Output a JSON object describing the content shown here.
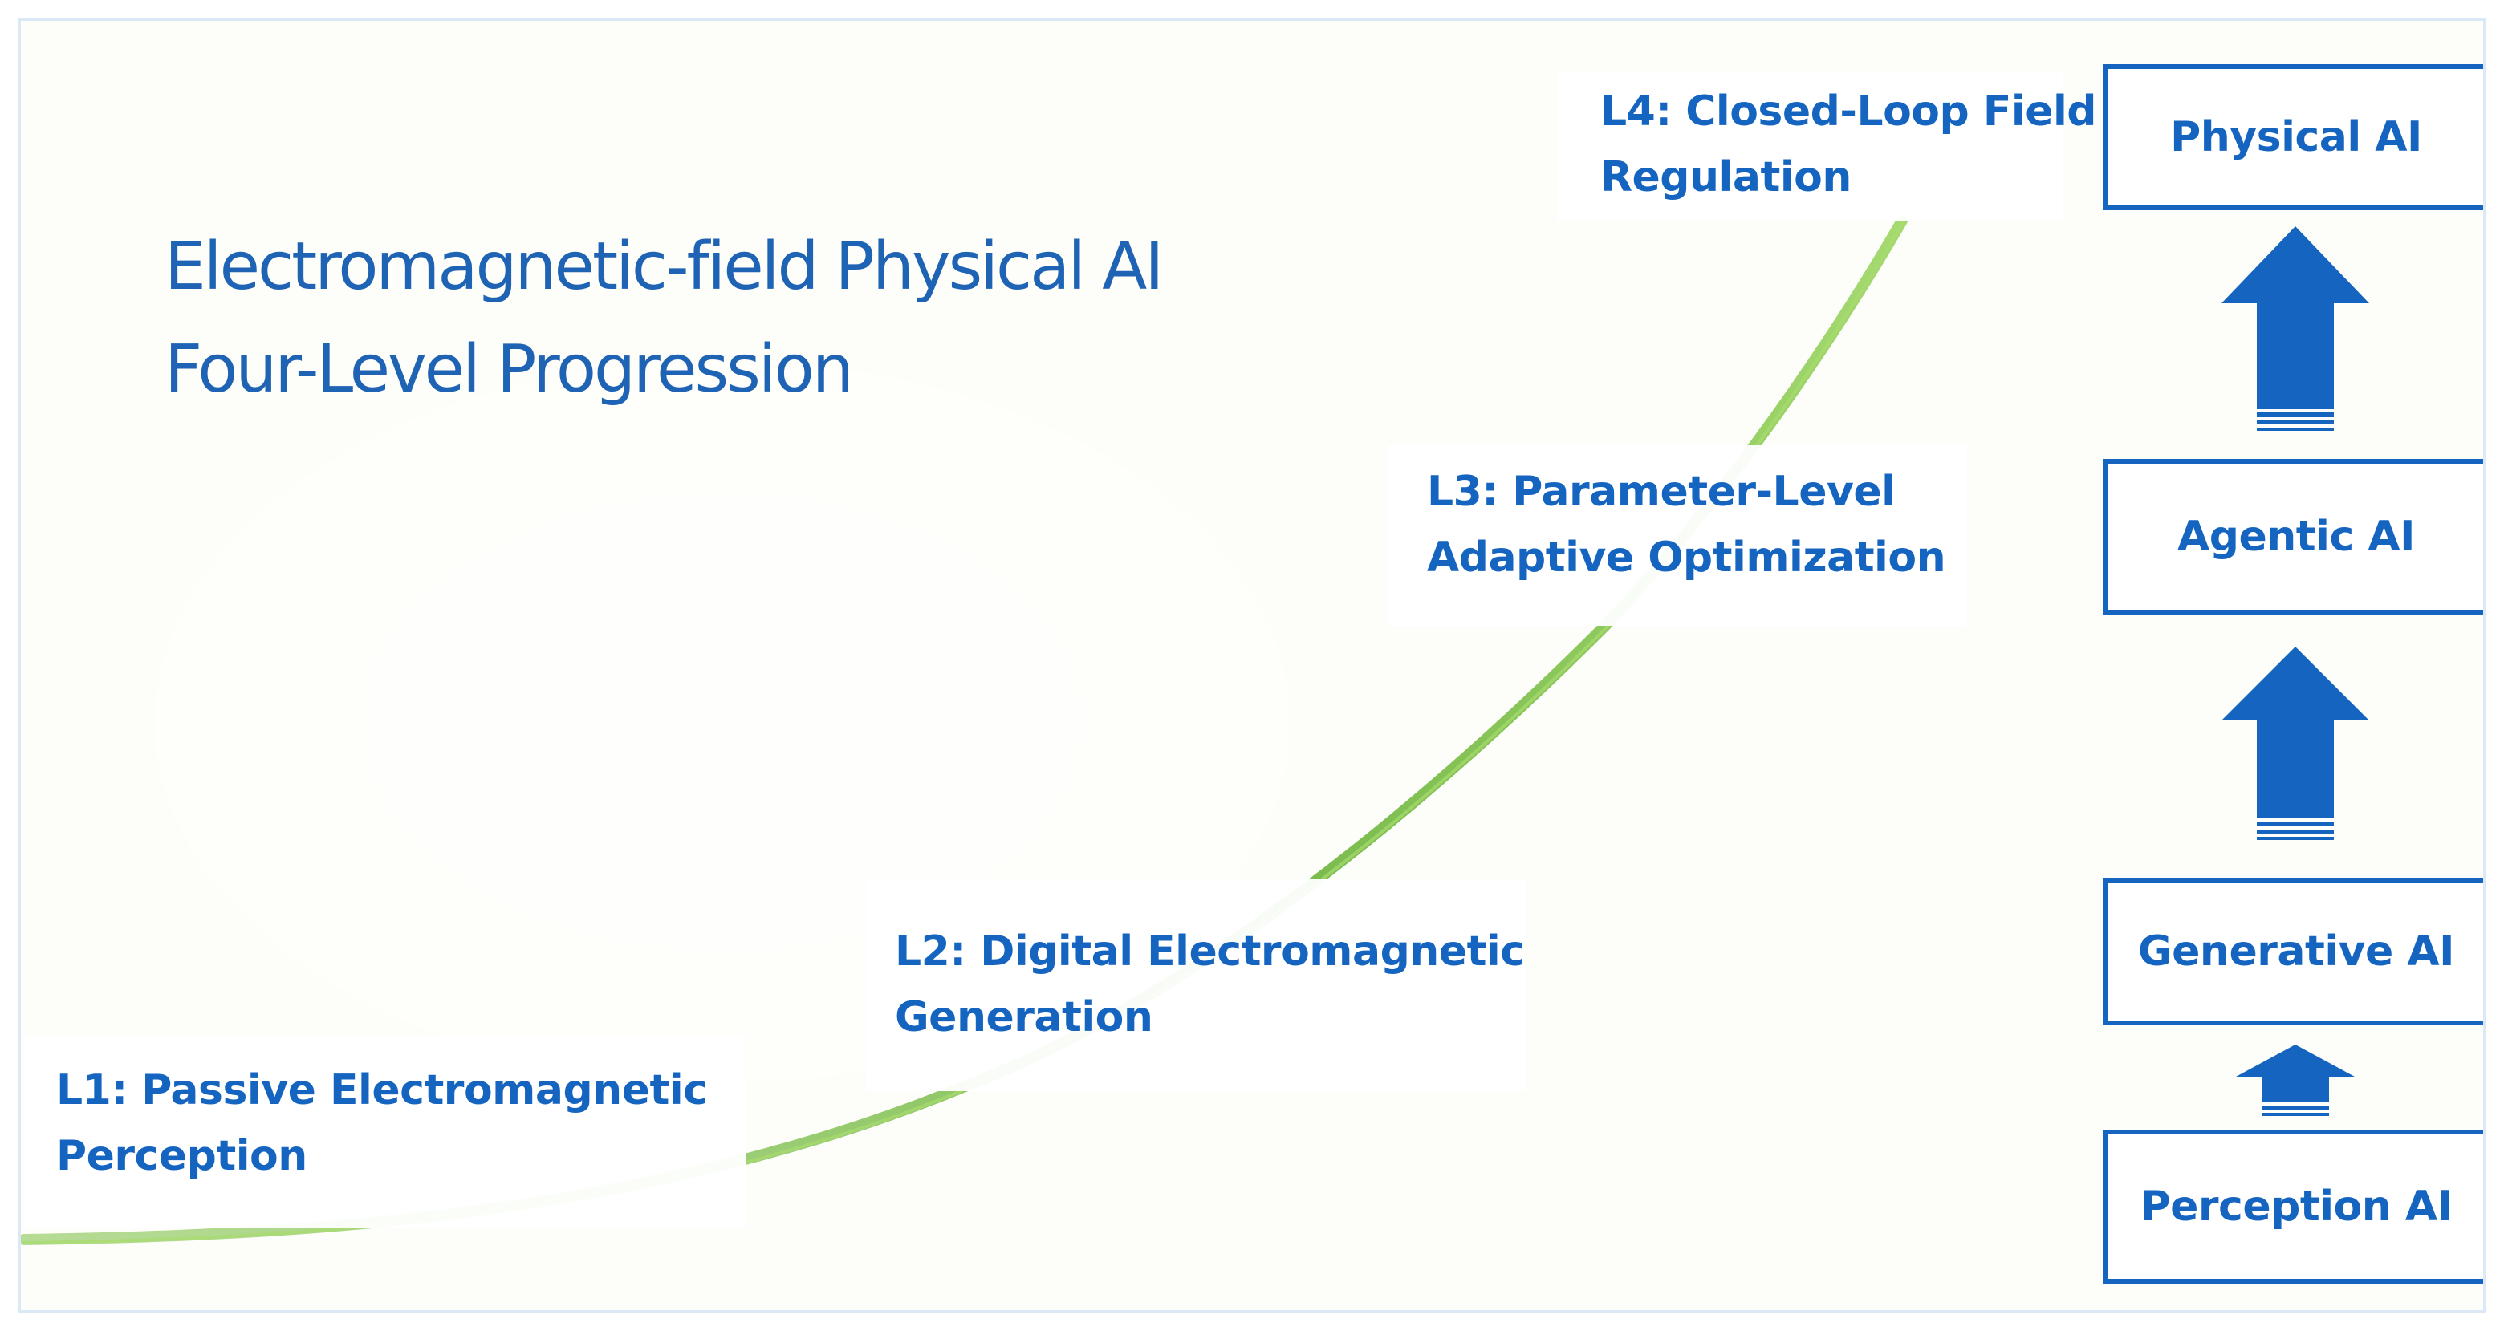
{
  "title": {
    "line1": "Electromagnetic-field Physical AI",
    "line2": "Four-Level Progression"
  },
  "levels": [
    {
      "line1": "L1: Passive Electromagnetic",
      "line2": "Perception"
    },
    {
      "line1": "L2: Digital Electromagnetic",
      "line2": "Generation"
    },
    {
      "line1": "L3: Parameter-Level",
      "line2": "Adaptive Optimization"
    },
    {
      "line1": "L4: Closed-Loop Field",
      "line2": "Regulation"
    }
  ],
  "stack": [
    {
      "label": "Physical AI"
    },
    {
      "label": "Agentic AI"
    },
    {
      "label": "Generative AI"
    },
    {
      "label": "Perception AI"
    }
  ],
  "colors": {
    "text_blue": "#1565c0",
    "title_blue": "#1f63b4",
    "curve_green": "#7cc043",
    "frame_border": "#dbe8f6"
  }
}
